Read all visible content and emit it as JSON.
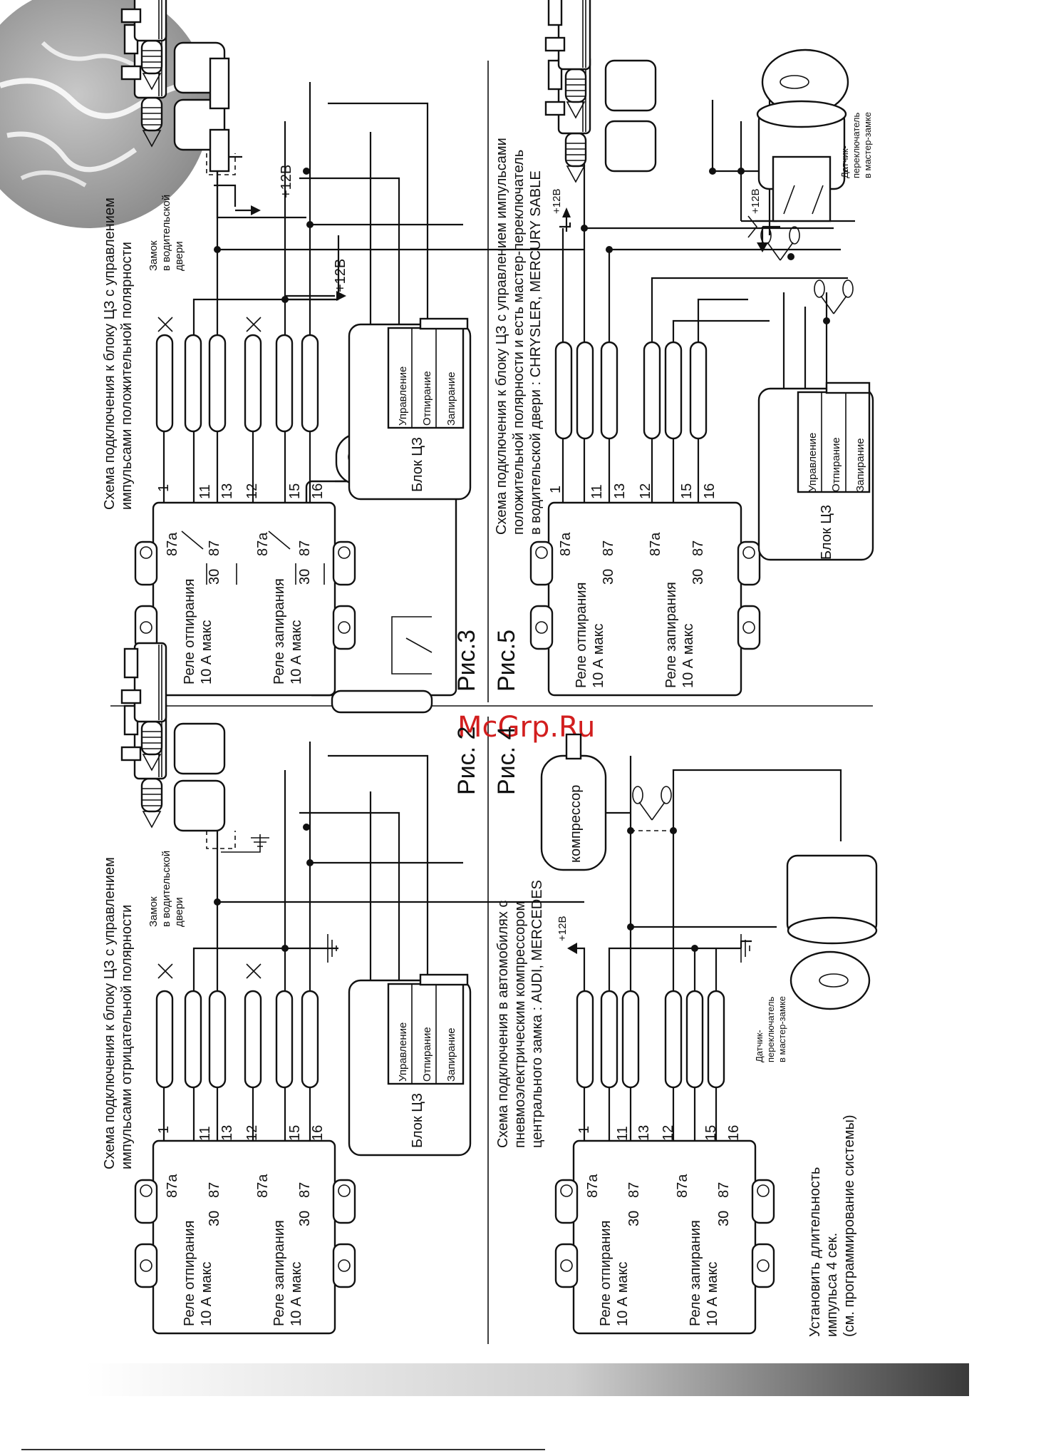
{
  "watermark": "McGrp.Ru",
  "colors": {
    "line": "#111111",
    "gradient_start": "#ffffff",
    "gradient_end": "#3a3a3a"
  },
  "diagrams": {
    "fig2": {
      "figure_label": "Рис. 2",
      "title_lines": [
        "Схема подключения к блоку ЦЗ с управлением",
        "импульсами отрицательной полярности"
      ],
      "relay_unlock": [
        "Реле отпирания",
        "10 А макс"
      ],
      "relay_lock": [
        "Реле запирания",
        "10 А макс"
      ],
      "pins_top": [
        "1",
        "11",
        "13",
        "12",
        "15",
        "16"
      ],
      "contacts": [
        "87a",
        "30",
        "87",
        "87a",
        "30",
        "87"
      ],
      "cz_block": "Блок ЦЗ",
      "cz_rows": [
        "Управление",
        "Отпирание",
        "Запирание"
      ],
      "door_lock": [
        "Замок",
        "в водительской",
        "двери"
      ]
    },
    "fig3": {
      "figure_label": "Рис.3",
      "title_lines": [
        "Схема подключения к блоку ЦЗ с управлением",
        "импульсами положительной полярности"
      ],
      "relay_unlock": [
        "Реле отпирания",
        "10 А макс"
      ],
      "relay_lock": [
        "Реле запирания",
        "10 А макс"
      ],
      "pins_top": [
        "1",
        "11",
        "13",
        "12",
        "15",
        "16"
      ],
      "contacts": [
        "87a",
        "30",
        "87",
        "87a",
        "30",
        "87"
      ],
      "cz_block": "Блок ЦЗ",
      "cz_rows": [
        "Управление",
        "Отпирание",
        "Запирание"
      ],
      "door_lock": [
        "Замок",
        "в водительской",
        "двери"
      ],
      "plus_a": "+12В",
      "plus_b": "+12В"
    },
    "fig4": {
      "figure_label": "Рис. 4",
      "title_lines": [
        "Схема подключения в автомобилях с",
        "пневмоэлектрическим компрессором",
        "центрального замка : AUDI, MERCEDES"
      ],
      "relay_unlock": [
        "Реле отпирания",
        "10 А макс"
      ],
      "relay_lock": [
        "Реле запирания",
        "10 А макс"
      ],
      "pins_top": [
        "1",
        "11",
        "13",
        "12",
        "15",
        "16"
      ],
      "contacts": [
        "87a",
        "30",
        "87",
        "87a",
        "30",
        "87"
      ],
      "compressor": "компрессор",
      "sensor": [
        "Датчик-",
        "переключатель",
        "в мастер-замке"
      ],
      "plus": "+12В",
      "note": [
        "Установить длительность",
        "импульса 4 сек.",
        "(см. программирование системы)"
      ]
    },
    "fig5": {
      "figure_label": "Рис.5",
      "title_lines": [
        "Схема подключения к блоку ЦЗ с управлением импульсами",
        "положительной полярности и есть мастер-переключатель",
        "в водительской двери : CHRYSLER, MERCURY SABLE"
      ],
      "relay_unlock": [
        "Реле отпирания",
        "10 А макс"
      ],
      "relay_lock": [
        "Реле запирания",
        "10 А макс"
      ],
      "pins_top": [
        "1",
        "11",
        "13",
        "12",
        "15",
        "16"
      ],
      "contacts": [
        "87a",
        "30",
        "87",
        "87a",
        "30",
        "87"
      ],
      "cz_block": "Блок ЦЗ",
      "cz_rows": [
        "Управление",
        "Отпирание",
        "Запирание"
      ],
      "sensor": [
        "Датчик-",
        "переключатель",
        "в мастер-замке"
      ],
      "plus_a": "+12В",
      "plus_b": "+12В"
    }
  }
}
